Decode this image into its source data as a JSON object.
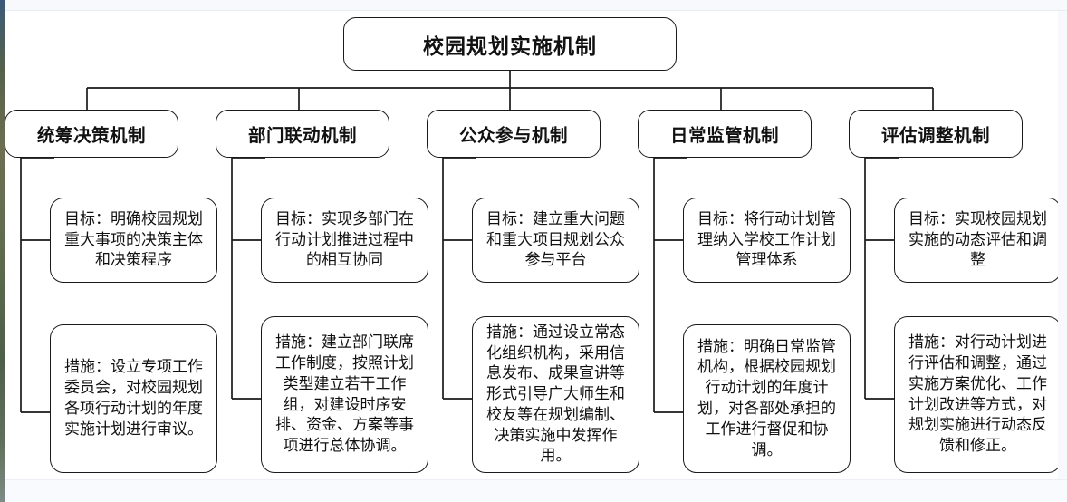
{
  "diagram": {
    "type": "org-chart",
    "title": "校园规划实施机制",
    "root": {
      "label": "校园规划实施机制"
    },
    "branches": [
      {
        "id": "tongchou",
        "mechanism": "统筹决策机制",
        "goal": "目标：明确校园规划重大事项的决策主体和决策程序",
        "measure": "措施：设立专项工作委员会，对校园规划各项行动计划的年度实施计划进行审议。"
      },
      {
        "id": "bumen",
        "mechanism": "部门联动机制",
        "goal": "目标：实现多部门在行动计划推进过程中的相互协同",
        "measure": "措施：建立部门联席工作制度，按照计划类型建立若干工作组，对建设时序安排、资金、方案等事项进行总体协调。"
      },
      {
        "id": "gongzhong",
        "mechanism": "公众参与机制",
        "goal": "目标：建立重大问题和重大项目规划公众参与平台",
        "measure": "措施：通过设立常态化组织机构，采用信息发布、成果宣讲等形式引导广大师生和校友等在规划编制、决策实施中发挥作用。"
      },
      {
        "id": "richang",
        "mechanism": "日常监管机制",
        "goal": "目标：将行动计划管理纳入学校工作计划管理体系",
        "measure": "措施：明确日常监管机构，根据校园规划行动计划的年度计划，对各部处承担的工作进行督促和协调。"
      },
      {
        "id": "pinggu",
        "mechanism": "评估调整机制",
        "goal": "目标：实现校园规划实施的动态评估和调整",
        "measure": "措施：对行动计划进行评估和调整，通过实施方案优化、工作计划改进等方式，对规划实施进行动态反馈和修正。"
      }
    ],
    "style": {
      "box_fill": "#ffffff",
      "box_stroke": "#1a1a1a",
      "text_color": "#111111",
      "page_background": "#ffffff"
    }
  }
}
